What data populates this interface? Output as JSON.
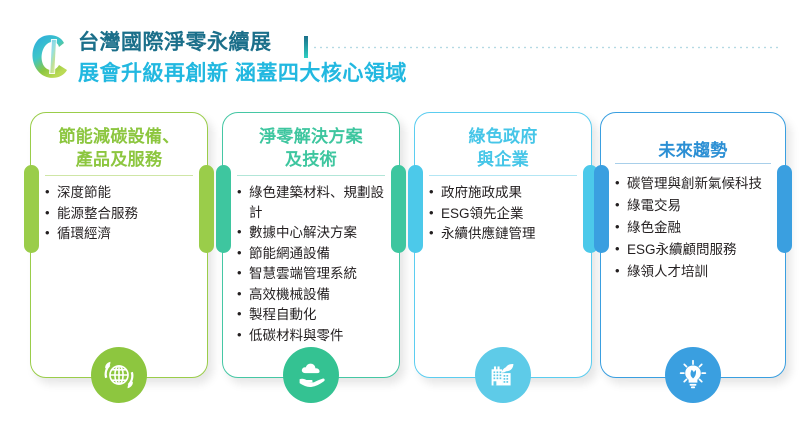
{
  "header": {
    "logo_icon": "taiwan-net-zero-logo-icon",
    "title_line1": "台灣國際淨零永續展",
    "title_line2": "展會升級再創新 涵蓋四大核心領域",
    "title_line1_color": "#1b6f8a",
    "title_line2_color": "#22b8e0",
    "dotted_rule_color": "#9fcfdd"
  },
  "cards": [
    {
      "id": "energy-saving-carbon-reduction",
      "title": "節能減碳設備、產品及服務",
      "title_lines": [
        "節能減碳設備、",
        "產品及服務"
      ],
      "accent": "#8cc63f",
      "tab_color": "#9acd4a",
      "icon": "globe-recycle-icon",
      "items": [
        "深度節能",
        "能源整合服務",
        "循環經濟"
      ]
    },
    {
      "id": "net-zero-solutions",
      "title": "淨零解決方案及技術",
      "title_lines": [
        "淨零解決方案",
        "及技術"
      ],
      "accent": "#3ec69f",
      "tab_color": "#3ec69f",
      "icon": "hand-holding-cloud-leaf-icon",
      "items": [
        "綠色建築材料、規劃設計",
        "數據中心解決方案",
        "節能網通設備",
        "智慧雲端管理系統",
        "高效機械設備",
        "製程自動化",
        "低碳材料與零件"
      ]
    },
    {
      "id": "green-government-enterprise",
      "title": "綠色政府與企業",
      "title_lines": [
        "綠色政府",
        "與企業"
      ],
      "accent": "#46c6e8",
      "tab_color": "#4cc9ea",
      "icon": "building-leaf-icon",
      "items": [
        "政府施政成果",
        "ESG領先企業",
        "永續供應鏈管理"
      ]
    },
    {
      "id": "future-trends",
      "title": "未來趨勢",
      "title_lines": [
        "未來趨勢"
      ],
      "accent": "#2b8fd4",
      "tab_color": "#3a9fe0",
      "icon": "lightbulb-leaf-icon",
      "items": [
        "碳管理與創新氣候科技",
        "綠電交易",
        "綠色金融",
        "ESG永續顧問服務",
        "綠領人才培訓"
      ]
    }
  ]
}
